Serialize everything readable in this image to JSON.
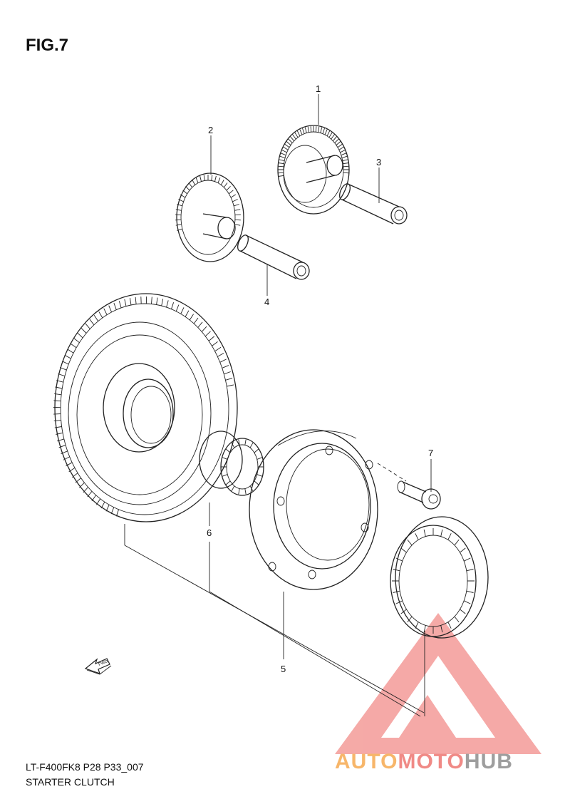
{
  "figure": {
    "title": "FIG.7"
  },
  "callouts": [
    "1",
    "2",
    "3",
    "4",
    "5",
    "6",
    "7"
  ],
  "fwd_label": "FWD",
  "footer": {
    "code": "LT-F400FK8 P28 P33_007",
    "name": "STARTER CLUTCH"
  },
  "watermark": {
    "part1": "AUTO",
    "part2": "MOTO",
    "part3": "HUB",
    "color1": "#f7b66a",
    "color2": "#f08a86",
    "color3": "#9e9e9e"
  }
}
